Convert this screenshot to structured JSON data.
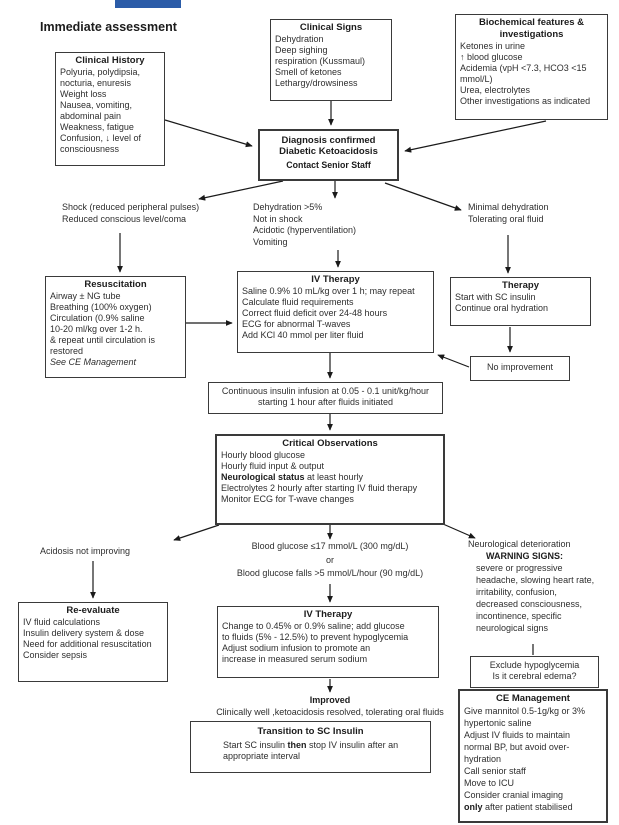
{
  "logo": {
    "name": "journal-banner",
    "color": "#2b5ca8"
  },
  "header": {
    "title": "Immediate assessment"
  },
  "boxes": {
    "clinical_history": {
      "title": "Clinical History",
      "lines": [
        "Polyuria, polydipsia,",
        "nocturia, enuresis",
        "Weight loss",
        "Nausea, vomiting,",
        "abdominal pain",
        "Weakness, fatigue",
        "Confusion, ↓ level of",
        "consciousness"
      ]
    },
    "clinical_signs": {
      "title": "Clinical Signs",
      "lines": [
        "Dehydration",
        "Deep sighing",
        "respiration (Kussmaul)",
        "Smell of ketones",
        "Lethargy/drowsiness"
      ]
    },
    "biochemical": {
      "title": "Biochemical features & investigations",
      "lines": [
        "Ketones in urine",
        "↑ blood glucose",
        "Acidemia (vpH <7.3, HCO3 <15",
        "mmol/L)",
        "Urea, electrolytes",
        "Other investigations as indicated"
      ]
    },
    "diagnosis": {
      "line1": "Diagnosis confirmed",
      "line2": "Diabetic Ketoacidosis",
      "line3": "Contact Senior Staff"
    },
    "resuscitation": {
      "title": "Resuscitation",
      "lines": [
        "Airway ± NG tube",
        "Breathing (100% oxygen)",
        "Circulation (0.9% saline",
        "10-20 ml/kg over 1-2 h.",
        "& repeat until circulation is",
        "restored"
      ],
      "italic_line": "See CE Management"
    },
    "iv_therapy1": {
      "title": "IV Therapy",
      "lines": [
        "Saline 0.9% 10 mL/kg over 1 h; may repeat",
        "Calculate fluid requirements",
        "Correct fluid deficit over 24-48 hours",
        "ECG for abnormal T-waves",
        "Add KCl 40 mmol per liter fluid"
      ]
    },
    "therapy": {
      "title": "Therapy",
      "lines": [
        "Start with SC insulin",
        "Continue oral hydration"
      ]
    },
    "no_improvement": {
      "text": "No improvement"
    },
    "insulin_infusion": {
      "lines": [
        "Continuous insulin infusion at 0.05 - 0.1 unit/kg/hour",
        "starting 1 hour after fluids initiated"
      ]
    },
    "critical_observations": {
      "title": "Critical Observations",
      "lines_a": [
        "Hourly blood glucose",
        "Hourly fluid input & output"
      ],
      "bold3": "Neurological status",
      "rest3": " at least hourly",
      "lines_b": [
        "Electrolytes 2 hourly after starting IV fluid therapy",
        "Monitor ECG for T-wave changes"
      ]
    },
    "re_evaluate": {
      "title": "Re-evaluate",
      "lines": [
        "IV fluid calculations",
        "Insulin delivery system & dose",
        "Need for additional resuscitation",
        "Consider sepsis"
      ]
    },
    "iv_therapy2": {
      "title": "IV Therapy",
      "lines": [
        "Change to 0.45% or 0.9% saline; add glucose",
        "to fluids (5% - 12.5%) to prevent hypoglycemia",
        "Adjust sodium infusion to promote an",
        "increase in measured serum sodium"
      ]
    },
    "exclude_hypoglycemia": {
      "lines": [
        "Exclude hypoglycemia",
        "Is it cerebral edema?"
      ]
    },
    "ce_management": {
      "title": "CE Management",
      "lines": [
        "Give mannitol 0.5-1g/kg or 3%",
        "hypertonic saline",
        "Adjust IV fluids to maintain",
        "normal BP, but avoid over-",
        "hydration",
        "Call senior staff",
        "Move to ICU",
        "Consider cranial imaging"
      ],
      "bold_last": "only",
      "rest_last": " after patient stabilised"
    },
    "transition": {
      "title": "Transition to SC Insulin",
      "pre": "Start SC insulin ",
      "bold": "then",
      "post": " stop IV insulin after an",
      "line2": "appropriate interval"
    }
  },
  "labels": {
    "shock": {
      "lines": [
        "Shock (reduced peripheral pulses)",
        "Reduced conscious level/coma"
      ]
    },
    "dehydration": {
      "lines": [
        "Dehydration >5%",
        "Not in shock",
        "Acidotic (hyperventilation)",
        "Vomiting"
      ]
    },
    "minimal": {
      "lines": [
        "Minimal dehydration",
        "Tolerating oral fluid"
      ]
    },
    "acidosis": {
      "text": "Acidosis not improving"
    },
    "glucose": {
      "lines": [
        "Blood glucose ≤17 mmol/L (300 mg/dL)",
        "or",
        "Blood glucose falls >5 mmol/L/hour (90 mg/dL)"
      ]
    },
    "neuro": {
      "line1": "Neurological deterioration",
      "line2": "WARNING SIGNS:",
      "lines": [
        "severe or progressive",
        "headache, slowing heart rate,",
        "irritability, confusion,",
        "decreased consciousness,",
        "incontinence, specific",
        "neurological signs"
      ]
    },
    "improved": {
      "title": "Improved",
      "text": "Clinically well ,ketoacidosis resolved, tolerating oral fluids"
    }
  }
}
